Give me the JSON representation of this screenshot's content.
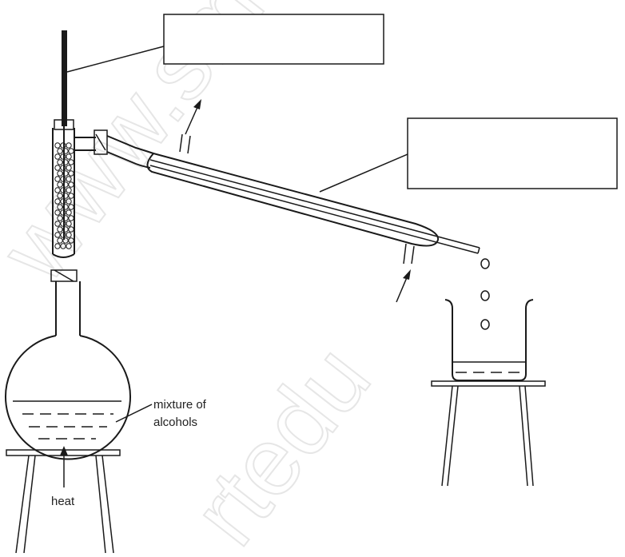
{
  "labels": {
    "mixture_line1": "mixture of",
    "mixture_line2": "alcohols",
    "heat": "heat"
  },
  "answer_boxes": [
    {
      "id": "thermometer-label-box",
      "text": ""
    },
    {
      "id": "condenser-label-box",
      "text": ""
    }
  ],
  "watermark": {
    "line1": "www.sma",
    "line2": "rtedu"
  },
  "colors": {
    "ink": "#1a1a1a",
    "background": "#ffffff",
    "watermark": "#e6e6e6"
  }
}
